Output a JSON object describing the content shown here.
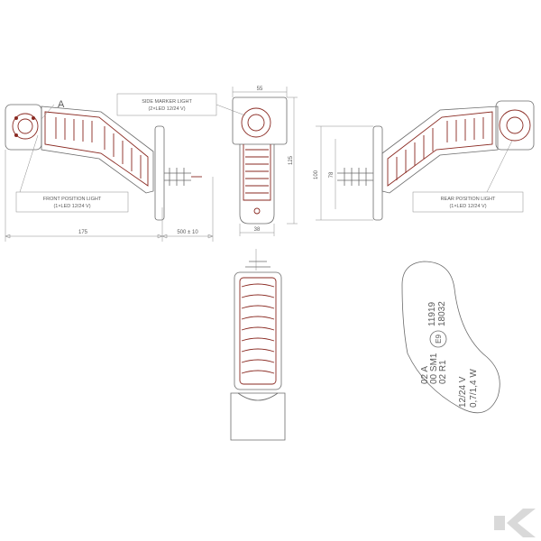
{
  "callouts": {
    "detail_marker": "A",
    "side_marker": {
      "line1": "SIDE MARKER LIGHT",
      "line2": "(2×LED 12/24 V)"
    },
    "front_position": {
      "line1": "FRONT POSITION LIGHT",
      "line2": "(1×LED 12/24 V)"
    },
    "rear_position": {
      "line1": "REAR POSITION LIGHT",
      "line2": "(1×LED 12/24 V)"
    }
  },
  "dimensions": {
    "overall_length": "175",
    "cable_length": "500 ± 10",
    "top_width": "55",
    "bottom_width": "38",
    "total_height": "125",
    "side_height": "100",
    "inner_height": "78"
  },
  "homologation": {
    "line1": "02 A",
    "line2": "00 SM1",
    "line3": "02 R1",
    "approval_mark": "E9",
    "approval_no_1": "11919",
    "approval_no_2": "18032",
    "voltage": "12/24 V",
    "power": "0,7/1,4 W"
  },
  "colors": {
    "line": "#6b6b6b",
    "accent": "#8a2a22",
    "logo": "#d9d9d9"
  }
}
